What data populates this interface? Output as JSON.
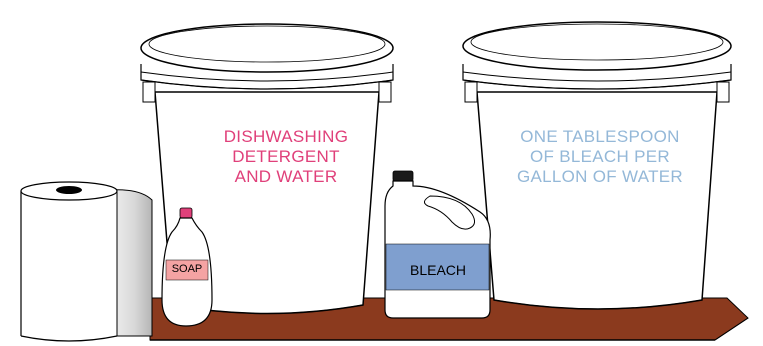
{
  "bucket_left": {
    "lines": [
      "DISHWASHING",
      "DETERGENT",
      "AND WATER"
    ]
  },
  "bucket_right": {
    "lines": [
      "ONE TABLESPOON",
      "OF BLEACH PER",
      "GALLON OF WATER"
    ]
  },
  "soap_bottle": {
    "label": "SOAP"
  },
  "bleach_jug": {
    "label": "BLEACH"
  },
  "colors": {
    "table": "#8b3a1e",
    "detergent_text": "#e0407a",
    "bleach_text": "#94b8d8",
    "bleach_label_bg": "#7f9fcf",
    "soap_label_bg": "#f4a3a3",
    "soap_cap": "#e0407a",
    "outline": "#000000"
  }
}
